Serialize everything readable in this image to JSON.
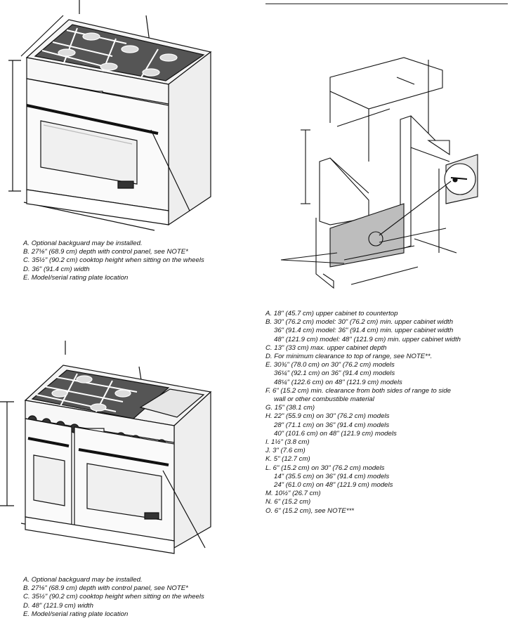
{
  "figure1": {
    "legend": [
      {
        "text": "A. Optional backguard may be installed."
      },
      {
        "text": "B. 27⅛\" (68.9 cm) depth with control panel, see NOTE*"
      },
      {
        "text": "C. 35½\" (90.2 cm) cooktop height when sitting on the wheels"
      },
      {
        "text": "D. 36\" (91.4 cm) width"
      },
      {
        "text": "E. Model/serial rating plate location"
      }
    ]
  },
  "figure2": {
    "legend": [
      {
        "text": "A. Optional backguard may be installed."
      },
      {
        "text": "B. 27⅛\" (68.9 cm) depth with control panel, see NOTE*"
      },
      {
        "text": "C. 35½\" (90.2 cm) cooktop height when sitting on the wheels"
      },
      {
        "text": "D. 48\" (121.9 cm) width"
      },
      {
        "text": "E. Model/serial rating plate location"
      }
    ]
  },
  "figure3": {
    "legend": [
      {
        "text": "A. 18\" (45.7 cm) upper cabinet to countertop"
      },
      {
        "text": "B. 30\" (76.2 cm) model: 30\" (76.2 cm) min. upper cabinet width"
      },
      {
        "cont": "36\" (91.4 cm) model: 36\" (91.4 cm) min. upper cabinet width"
      },
      {
        "cont": "48\" (121.9 cm) model: 48\" (121.9 cm) min. upper cabinet width"
      },
      {
        "text": "C. 13\" (33 cm) max. upper cabinet depth"
      },
      {
        "text": "D. For minimum clearance to top of range, see NOTE**."
      },
      {
        "text": "E. 30¾\" (78.0 cm) on 30\" (76.2 cm) models"
      },
      {
        "cont": "36¼\" (92.1 cm) on 36\" (91.4 cm) models"
      },
      {
        "cont": "48¼\" (122.6 cm) on 48\" (121.9 cm) models"
      },
      {
        "text": "F. 6\" (15.2 cm) min. clearance from both sides of range to side"
      },
      {
        "cont": "wall or other combustible material"
      },
      {
        "text": "G. 15\" (38.1 cm)"
      },
      {
        "text": "H. 22\" (55.9 cm) on 30\" (76.2 cm) models"
      },
      {
        "cont": "28\" (71.1 cm) on 36\" (91.4 cm) models"
      },
      {
        "cont": "40\" (101.6 cm) on 48\" (121.9 cm) models"
      },
      {
        "text": "I. 1½\" (3.8 cm)"
      },
      {
        "text": "J. 3\" (7.6 cm)"
      },
      {
        "text": "K. 5\" (12.7 cm)"
      },
      {
        "text": "L. 6\" (15.2 cm) on 30\" (76.2 cm) models"
      },
      {
        "cont": "14\" (35.5 cm) on 36\" (91.4 cm) models"
      },
      {
        "cont": "24\" (61.0 cm) on 48\" (121.9 cm) models"
      },
      {
        "text": "M. 10½\" (26.7 cm)"
      },
      {
        "text": "N. 6\" (15.2 cm)"
      },
      {
        "text": "O. 6\" (15.2 cm), see NOTE***"
      }
    ]
  }
}
